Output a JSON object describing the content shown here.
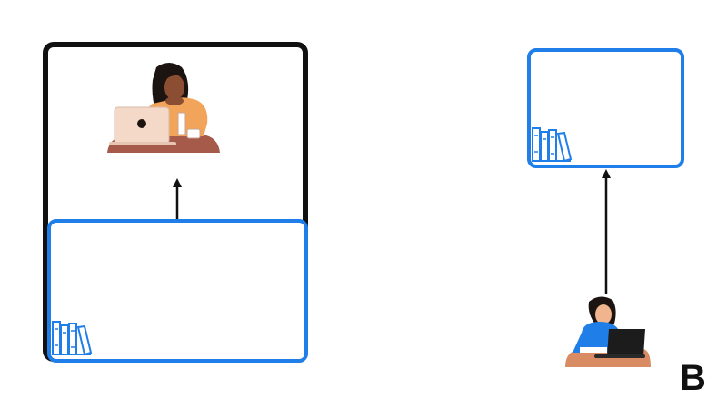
{
  "panel_label": "B",
  "colors": {
    "frame": "#111111",
    "box_border": "#1f7ee8",
    "arrow": "#111111"
  },
  "icons": {
    "left_person": "woman-at-laptop-illustration",
    "right_person": "woman-writing-at-laptop-illustration",
    "book_icon": "books-icon"
  }
}
